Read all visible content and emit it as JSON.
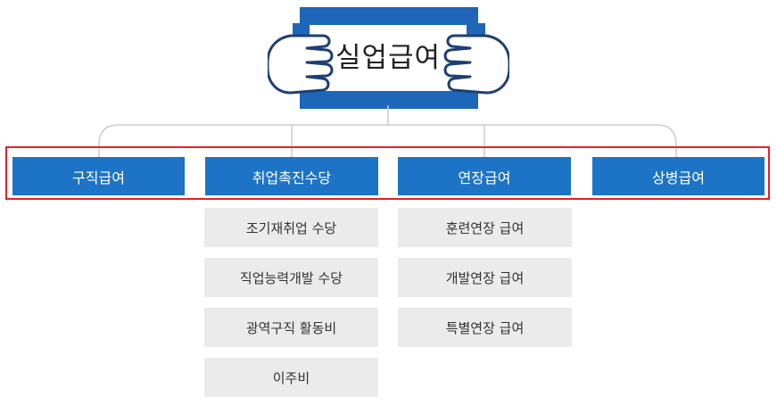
{
  "title": "실업급여",
  "categories": [
    {
      "label": "구직급여",
      "items": []
    },
    {
      "label": "취업촉진수당",
      "items": [
        "조기재취업 수당",
        "직업능력개발 수당",
        "광역구직 활동비",
        "이주비"
      ]
    },
    {
      "label": "연장급여",
      "items": [
        "훈련연장 급여",
        "개발연장 급여",
        "특별연장 급여"
      ]
    },
    {
      "label": "상병급여",
      "items": []
    }
  ],
  "colors": {
    "category_fill": "#1d74c6",
    "sub_fill": "#ebebeb",
    "highlight_border": "#e4202a",
    "connector_line": "#cccccc",
    "sign_blue": "#1d66b8"
  }
}
